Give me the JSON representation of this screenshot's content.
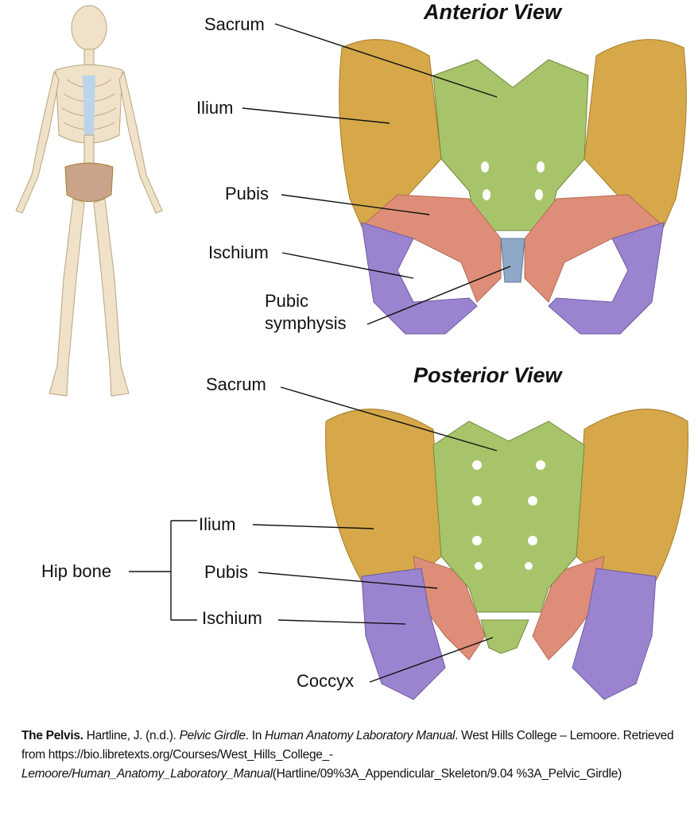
{
  "anterior": {
    "title": "Anterior View",
    "labels": {
      "sacrum": "Sacrum",
      "ilium": "Ilium",
      "pubis": "Pubis",
      "ischium": "Ischium",
      "symphysis_1": "Pubic",
      "symphysis_2": "symphysis"
    }
  },
  "posterior": {
    "title": "Posterior View",
    "labels": {
      "sacrum": "Sacrum",
      "hip_bone": "Hip bone",
      "ilium": "Ilium",
      "pubis": "Pubis",
      "ischium": "Ischium",
      "coccyx": "Coccyx"
    }
  },
  "colors": {
    "ilium": "#d6a84a",
    "sacrum": "#a8c46a",
    "pubis": "#de8e78",
    "ischium": "#9b84cf",
    "pubic_symphysis": "#8ea8c8"
  },
  "caption": {
    "title": "The Pelvis.",
    "author": " Hartline, J. (n.d.). ",
    "work": "Pelvic Girdle",
    "in_text": ". In ",
    "book": "Human Anatomy Laboratory Manual",
    "rest": ". West Hills College – Lemoore. Retrieved from https://bio.libretexts.org/Courses/West_Hills_College_-",
    "url_italic": "Lemoore/Human_Anatomy_Laboratory_Manual",
    "url_rest": "(Hartline/09%3A_Appendicular_Skeleton/9.04 %3A_Pelvic_Girdle)"
  }
}
